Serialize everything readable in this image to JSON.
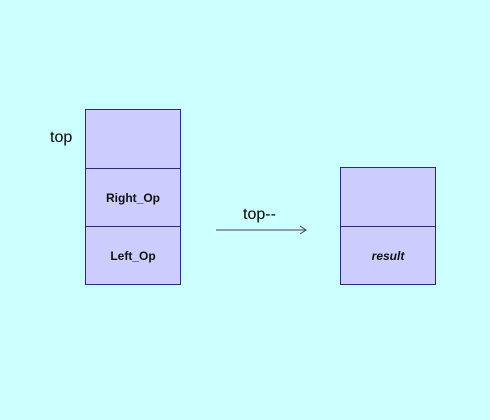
{
  "left_stack": {
    "pointer_label": "top",
    "cells": [
      "",
      "Right_Op",
      "Left_Op"
    ]
  },
  "transition": {
    "label": "top--"
  },
  "right_stack": {
    "cells": [
      "",
      "result"
    ]
  },
  "colors": {
    "background": "#ccffff",
    "cell_fill": "#ccccff",
    "cell_border": "#2a2a7a"
  }
}
